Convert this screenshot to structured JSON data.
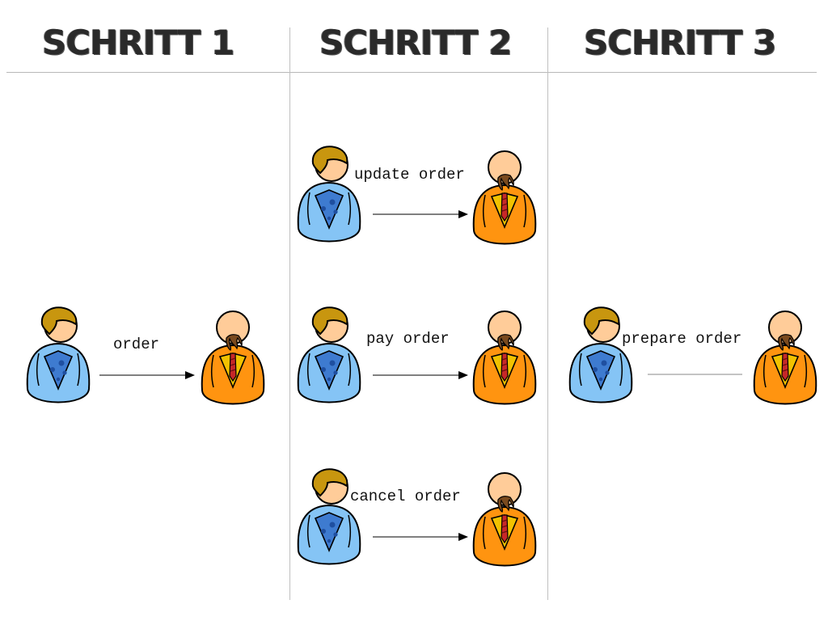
{
  "columns": [
    {
      "title": "SCHRITT 1"
    },
    {
      "title": "SCHRITT 2"
    },
    {
      "title": "SCHRITT 3"
    }
  ],
  "interactions": [
    {
      "label": "order"
    },
    {
      "label": "update order"
    },
    {
      "label": "pay order"
    },
    {
      "label": "cancel order"
    },
    {
      "label": "prepare order"
    }
  ],
  "colors": {
    "customer_body": "#85c4f5",
    "customer_hair": "#c8960f",
    "waiter_body": "#ff9410",
    "waiter_tie": "#f2c200",
    "skin": "#ffcc99",
    "line": "#000000"
  }
}
